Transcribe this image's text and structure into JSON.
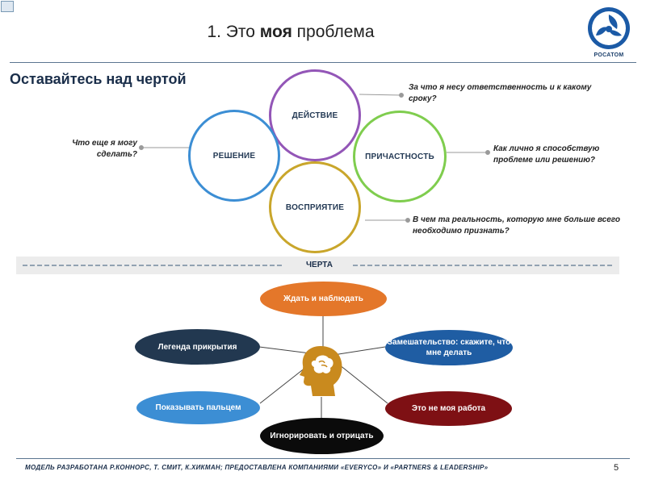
{
  "slide": {
    "title_plain": "1. Это ",
    "title_bold": "моя",
    "title_end": " проблема",
    "subtitle": "Оставайтесь над чертой",
    "logo_text": "РОСАТОМ",
    "page_number": "5"
  },
  "above_line": {
    "circles": {
      "action": "ДЕЙСТВИЕ",
      "decision": "РЕШЕНИЕ",
      "involvement": "ПРИЧАСТНОСТЬ",
      "perception": "ВОСПРИЯТИЕ"
    },
    "questions": {
      "action": "За что я несу ответственность и к какому сроку?",
      "decision": "Что еще я могу сделать?",
      "involvement": "Как лично я способствую проблеме или решению?",
      "perception": "В чем та реальность, которую мне больше всего необходимо признать?"
    }
  },
  "line": {
    "label": "ЧЕРТА"
  },
  "below_line": {
    "wait": "Ждать и наблюдать",
    "legend": "Легенда прикрытия",
    "confusion": "Замешательство: скажите, что мне делать",
    "point_finger": "Показывать пальцем",
    "not_my_job": "Это не моя работа",
    "ignore": "Игнорировать и отрицать"
  },
  "footer": {
    "credit": "МОДЕЛЬ РАЗРАБОТАНА Р.КОННОРС, Т. СМИТ, К.ХИКМАН; ПРЕДОСТАВЛЕНА КОМПАНИЯМИ «EVERYCO» И «PARTNERS & LEADERSHIP»"
  },
  "colors": {
    "action": "#9356b7",
    "decision": "#3c8ed4",
    "involvement": "#7fcd4e",
    "perception": "#c9a62b",
    "wait": "#e4772a",
    "legend": "#223850",
    "confusion": "#1f5da3",
    "point_finger": "#3c8ed4",
    "not_my_job": "#7e1014",
    "ignore": "#0b0b0b",
    "head": "#c98a1e"
  },
  "icons": {
    "corner": "slide-thumbnail-icon",
    "logo": "rosatom-logo-icon",
    "center": "head-profile-icon"
  }
}
